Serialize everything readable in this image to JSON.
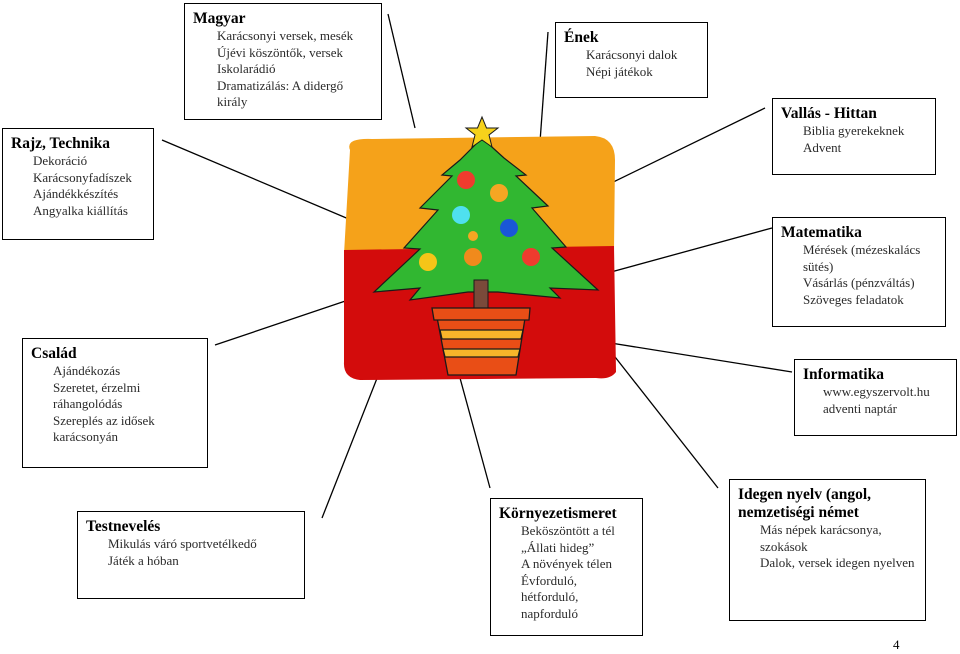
{
  "boxes": {
    "magyar": {
      "title": "Magyar",
      "items": [
        "Karácsonyi versek, mesék",
        "Újévi köszöntők, versek",
        "Iskolarádió",
        "Dramatizálás: A didergő király"
      ]
    },
    "enek": {
      "title": "Ének",
      "items": [
        "Karácsonyi dalok",
        "Népi játékok"
      ]
    },
    "rajz": {
      "title": "Rajz, Technika",
      "items": [
        "Dekoráció",
        "Karácsonyfadíszek",
        "Ajándékkészítés",
        "Angyalka kiállítás"
      ]
    },
    "vallas": {
      "title": "Vallás - Hittan",
      "items": [
        "Biblia gyerekeknek",
        "Advent"
      ]
    },
    "matematika": {
      "title": "Matematika",
      "items": [
        "Mérések (mézeskalács sütés)",
        "Vásárlás (pénzváltás)",
        "Szöveges feladatok"
      ]
    },
    "csalad": {
      "title": "Család",
      "items": [
        "Ajándékozás",
        "Szeretet, érzelmi ráhangolódás",
        "Szereplés az idősek karácsonyán"
      ]
    },
    "informatika": {
      "title": "Informatika",
      "items": [
        "www.egyszervolt.hu",
        "adventi naptár"
      ]
    },
    "testneveles": {
      "title": "Testnevelés",
      "items": [
        "Mikulás váró sportvetélkedő",
        "Játék a hóban"
      ]
    },
    "kornyezet": {
      "title": "Környezetismeret",
      "items": [
        "Beköszöntött a tél",
        "„Állati hideg”",
        "A növények télen",
        "Évforduló, hétforduló, napforduló"
      ]
    },
    "idegen": {
      "title": "Idegen nyelv (angol, nemzetiségi német",
      "items": [
        "Más népek karácsonya, szokások",
        "Dalok, versek idegen nyelven"
      ]
    }
  },
  "page_number": "4",
  "colors": {
    "orange": "#f5a21a",
    "red": "#d30c0c",
    "tree_green": "#31b731",
    "star": "#f6d21b",
    "pot": "#e94e16",
    "pot_stripe": "#f7b52a",
    "trunk": "#7a4a3a",
    "ornaments": [
      "#ef3b2e",
      "#f5a623",
      "#4fe0ef",
      "#1a57d6",
      "#f5c518",
      "#f08a1c",
      "#ef3b2e",
      "#f5a623"
    ]
  }
}
